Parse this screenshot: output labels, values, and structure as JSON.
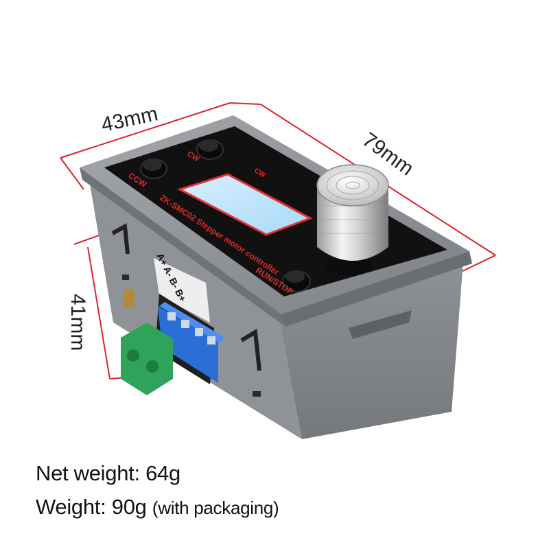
{
  "dimensions": {
    "width_label": "43mm",
    "length_label": "79mm",
    "height_label": "41mm"
  },
  "panel": {
    "ccw_label": "CCW",
    "cw_label": "CW",
    "cw_small_label": "CW",
    "model_label": "ZK-SMC02 Stepper motor controller",
    "runstop_label": "RUN/STOP",
    "terminal_label": "A+ A- B- B+"
  },
  "captions": {
    "net_weight": "Net weight: 64g",
    "weight_main": "Weight: 90g",
    "weight_note": "(with packaging)"
  },
  "colors": {
    "dimension_line": "#e0202a",
    "housing": "#8a8d91",
    "panel": "#111111",
    "terminal_blue": "#2b6fd6",
    "terminal_green": "#2fa35a"
  }
}
